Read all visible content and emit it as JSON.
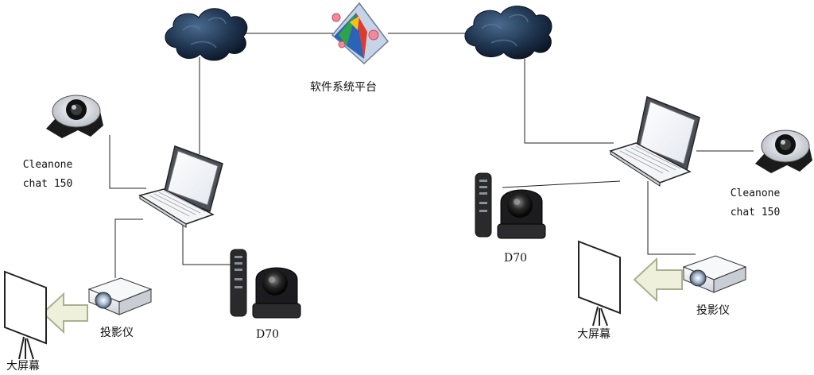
{
  "platform": {
    "label": "软件系统平台"
  },
  "left_site": {
    "speaker": {
      "line1": "Cleanone",
      "line2": "chat 150"
    },
    "camera": {
      "label": "D70"
    },
    "projector": {
      "label": "投影仪"
    },
    "screen": {
      "label": "大屏幕"
    }
  },
  "right_site": {
    "speaker": {
      "line1": "Cleanone",
      "line2": "chat 150"
    },
    "camera": {
      "label": "D70"
    },
    "projector": {
      "label": "投影仪"
    },
    "screen": {
      "label": "大屏幕"
    }
  },
  "colors": {
    "line": "#222222",
    "cloud": "#1d2c3f",
    "arrow_fill": "#eef0dc",
    "arrow_stroke": "#a9b090"
  }
}
